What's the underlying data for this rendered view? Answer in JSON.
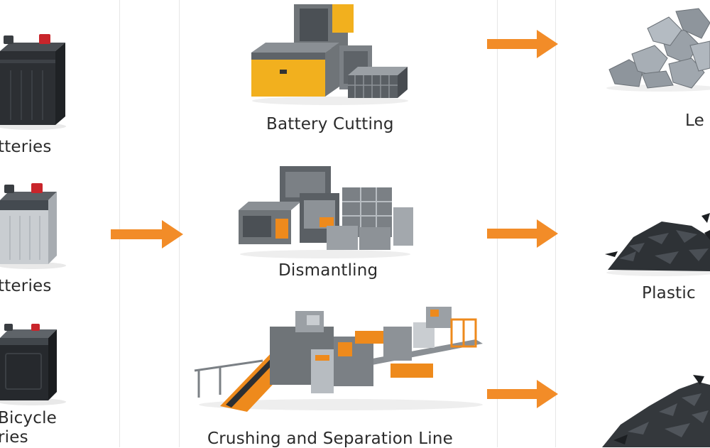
{
  "inputs": [
    {
      "label": "tteries"
    },
    {
      "label": "tteries"
    },
    {
      "label_line1": "Bicycle",
      "label_line2": "ries"
    }
  ],
  "processes": [
    {
      "label": "Battery Cutting"
    },
    {
      "label": "Dismantling"
    },
    {
      "label": "Crushing and Separation Line"
    }
  ],
  "outputs": [
    {
      "label": "Le"
    },
    {
      "label": "Plastic"
    },
    {
      "label": ""
    }
  ],
  "colors": {
    "arrow": "#f28c28",
    "machine_yellow": "#f2b01e",
    "machine_orange": "#ee8a1c",
    "machine_gray": "#6f7478",
    "battery_dark": "#2c2f33",
    "battery_light": "#c9cdd1",
    "lead": "#9aa1a8",
    "plastic": "#2e3236"
  }
}
